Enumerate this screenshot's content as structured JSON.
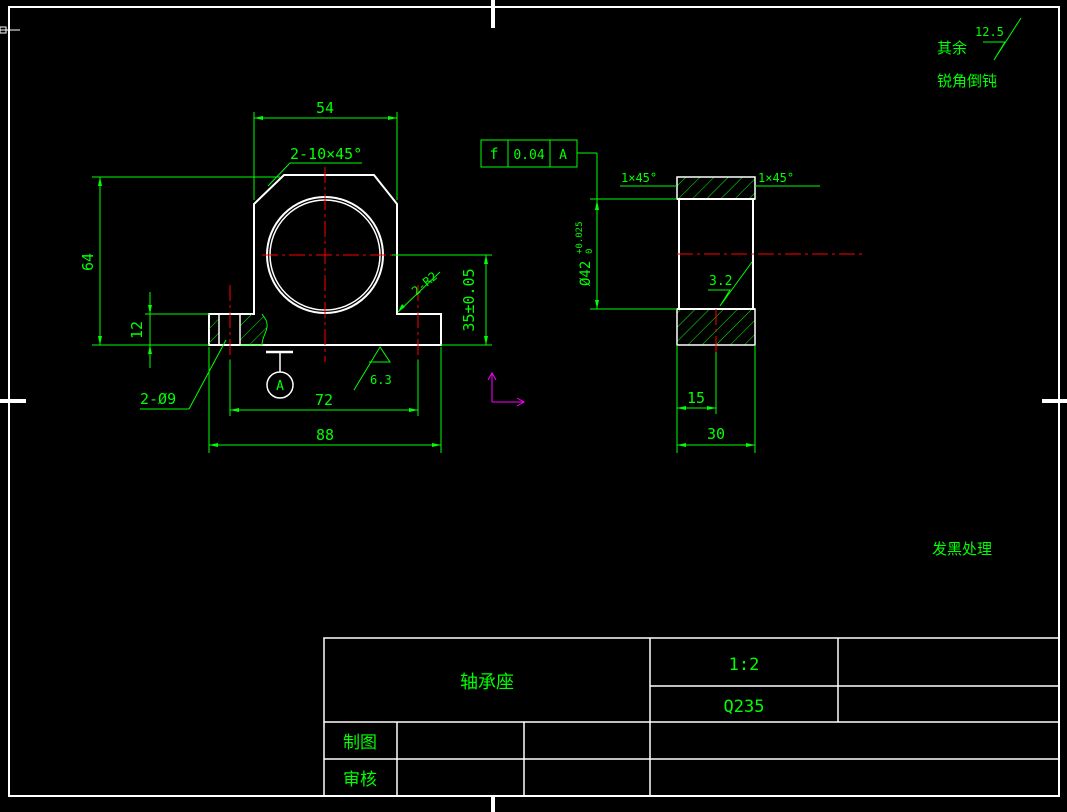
{
  "colors": {
    "background": "#000000",
    "outline": "#ffffff",
    "dimension": "#00ff00",
    "centerline": "#ff0000",
    "ucs": "#ff00ff"
  },
  "notes": {
    "rest_label": "其余",
    "roughness_rest": "12.5",
    "chamfer_note": "锐角倒钝",
    "treatment": "发黑处理"
  },
  "front_view": {
    "dim_top_width": "54",
    "dim_chamfer": "2-10×45°",
    "dim_height": "64",
    "dim_base_height": "12",
    "dim_center_height": "35±0.05",
    "dim_fillet": "2-R2",
    "dim_holes": "2-Ø9",
    "dim_hole_spacing": "72",
    "dim_total_width": "88",
    "roughness_base": "6.3",
    "datum": "A"
  },
  "side_view": {
    "tolerance_symbol": "f",
    "tolerance_value": "0.04",
    "tolerance_datum": "A",
    "chamfer_left": "1×45°",
    "chamfer_right": "1×45°",
    "bore_dim": "Ø42",
    "bore_tol_upper": "+0.025",
    "bore_tol_lower": "0",
    "roughness_bore": "3.2",
    "dim_half_width": "15",
    "dim_width": "30"
  },
  "title_block": {
    "part_name": "轴承座",
    "scale": "1:2",
    "material": "Q235",
    "drawn_label": "制图",
    "checked_label": "审核"
  }
}
